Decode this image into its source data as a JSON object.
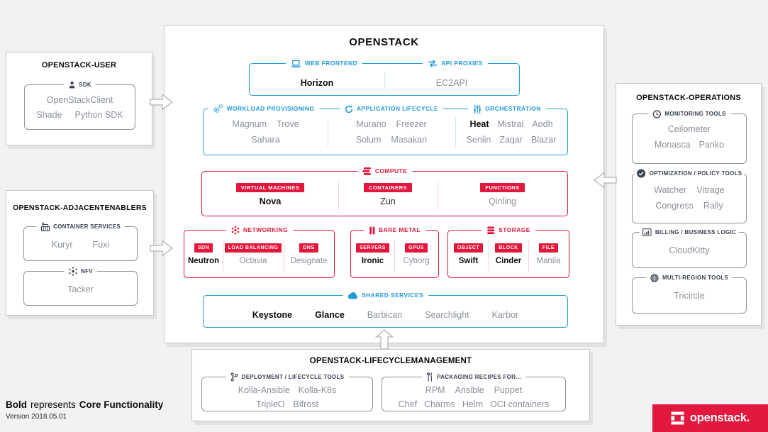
{
  "meta": {
    "legend_bold": "Bold",
    "legend_mid": "represents",
    "legend_core": "Core Functionality",
    "version": "Version 2018.05.01"
  },
  "brand": {
    "logo_text": "openstack."
  },
  "colors": {
    "blue": "#219ad8",
    "red": "#e2173c",
    "navy": "#3a4250",
    "gray_text": "#8b9199"
  },
  "core_projects": [
    "Horizon",
    "Heat",
    "Nova",
    "Neutron",
    "Ironic",
    "Swift",
    "Cinder",
    "Keystone",
    "Glance"
  ],
  "dark_projects": [
    "Zun"
  ],
  "main_box": {
    "title": "OPENSTACK",
    "frontend": {
      "web": {
        "label": "WEB FRONTEND",
        "rows": [
          [
            "Horizon"
          ]
        ]
      },
      "api": {
        "label": "API PROXIES",
        "rows": [
          [
            "EC2API"
          ]
        ]
      }
    },
    "provisioning": {
      "workload": {
        "label": "WORKLOAD PROVISIONING",
        "rows": [
          [
            "Magnum",
            "Trove"
          ],
          [
            "Sahara"
          ]
        ]
      },
      "app_lifecycle": {
        "label": "APPLICATION LIFECYCLE",
        "rows": [
          [
            "Murano",
            "Freezer"
          ],
          [
            "Solum",
            "Masakari"
          ]
        ]
      },
      "orchestration": {
        "label": "ORCHESTRATION",
        "rows": [
          [
            "Heat",
            "Mistral",
            "Aodh"
          ],
          [
            "Senlin",
            "Zaqar",
            "Blazar"
          ]
        ]
      }
    },
    "compute": {
      "label": "COMPUTE",
      "cols": [
        {
          "badge": "VIRTUAL MACHINES",
          "name": "Nova"
        },
        {
          "badge": "CONTAINERS",
          "name": "Zun"
        },
        {
          "badge": "FUNCTIONS",
          "name": "Qinling"
        }
      ]
    },
    "networking": {
      "label": "NETWORKING",
      "cols": [
        {
          "badge": "SDN",
          "name": "Neutron"
        },
        {
          "badge": "LOAD BALANCING",
          "name": "Octavia"
        },
        {
          "badge": "DNS",
          "name": "Designate"
        }
      ]
    },
    "bare_metal": {
      "label": "BARE METAL",
      "cols": [
        {
          "badge": "SERVERS",
          "name": "Ironic"
        },
        {
          "badge": "GPUS",
          "name": "Cyborg"
        }
      ]
    },
    "storage": {
      "label": "STORAGE",
      "cols": [
        {
          "badge": "OBJECT",
          "name": "Swift"
        },
        {
          "badge": "BLOCK",
          "name": "Cinder"
        },
        {
          "badge": "FILE",
          "name": "Manila"
        }
      ]
    },
    "shared": {
      "label": "SHARED SERVICES",
      "items": [
        "Keystone",
        "Glance",
        "Barbican",
        "Searchlight",
        "Karbor"
      ]
    }
  },
  "user_box": {
    "title": "OPENSTACK-USER",
    "sdk": {
      "label": "SDK",
      "rows": [
        [
          "OpenStackClient"
        ],
        [
          "Shade",
          "Python SDK"
        ]
      ]
    }
  },
  "enablers_box": {
    "title": "OPENSTACK-ADJACENTENABLERS",
    "container_services": {
      "label": "CONTAINER SERVICES",
      "rows": [
        [
          "Kuryr",
          "Fuxi"
        ]
      ]
    },
    "nfv": {
      "label": "NFV",
      "rows": [
        [
          "Tacker"
        ]
      ]
    }
  },
  "operations_box": {
    "title": "OPENSTACK-OPERATIONS",
    "monitoring": {
      "label": "MONITORING TOOLS",
      "rows": [
        [
          "Ceilometer"
        ],
        [
          "Monasca",
          "Panko"
        ]
      ]
    },
    "optimization": {
      "label": "OPTIMIZATION / POLICY TOOLS",
      "rows": [
        [
          "Watcher",
          "Vitrage"
        ],
        [
          "Congress",
          "Rally"
        ]
      ]
    },
    "billing": {
      "label": "BILLING / BUSINESS LOGIC",
      "rows": [
        [
          "CloudKitty"
        ]
      ]
    },
    "multi_region": {
      "label": "MULTI-REGION TOOLS",
      "rows": [
        [
          "Tricircle"
        ]
      ]
    }
  },
  "lifecycle_box": {
    "title": "OPENSTACK-LIFECYCLEMANAGEMENT",
    "deployment": {
      "label": "DEPLOYMENT / LIFECYCLE TOOLS",
      "rows": [
        [
          "Kolla-Ansible",
          "Kolla-K8s"
        ],
        [
          "TripleO",
          "Bifrost"
        ]
      ]
    },
    "packaging": {
      "label": "PACKAGING RECIPES FOR...",
      "rows": [
        [
          "RPM",
          "Ansible",
          "Puppet"
        ],
        [
          "Chef",
          "Charms",
          "Helm",
          "OCI containers"
        ]
      ]
    }
  }
}
